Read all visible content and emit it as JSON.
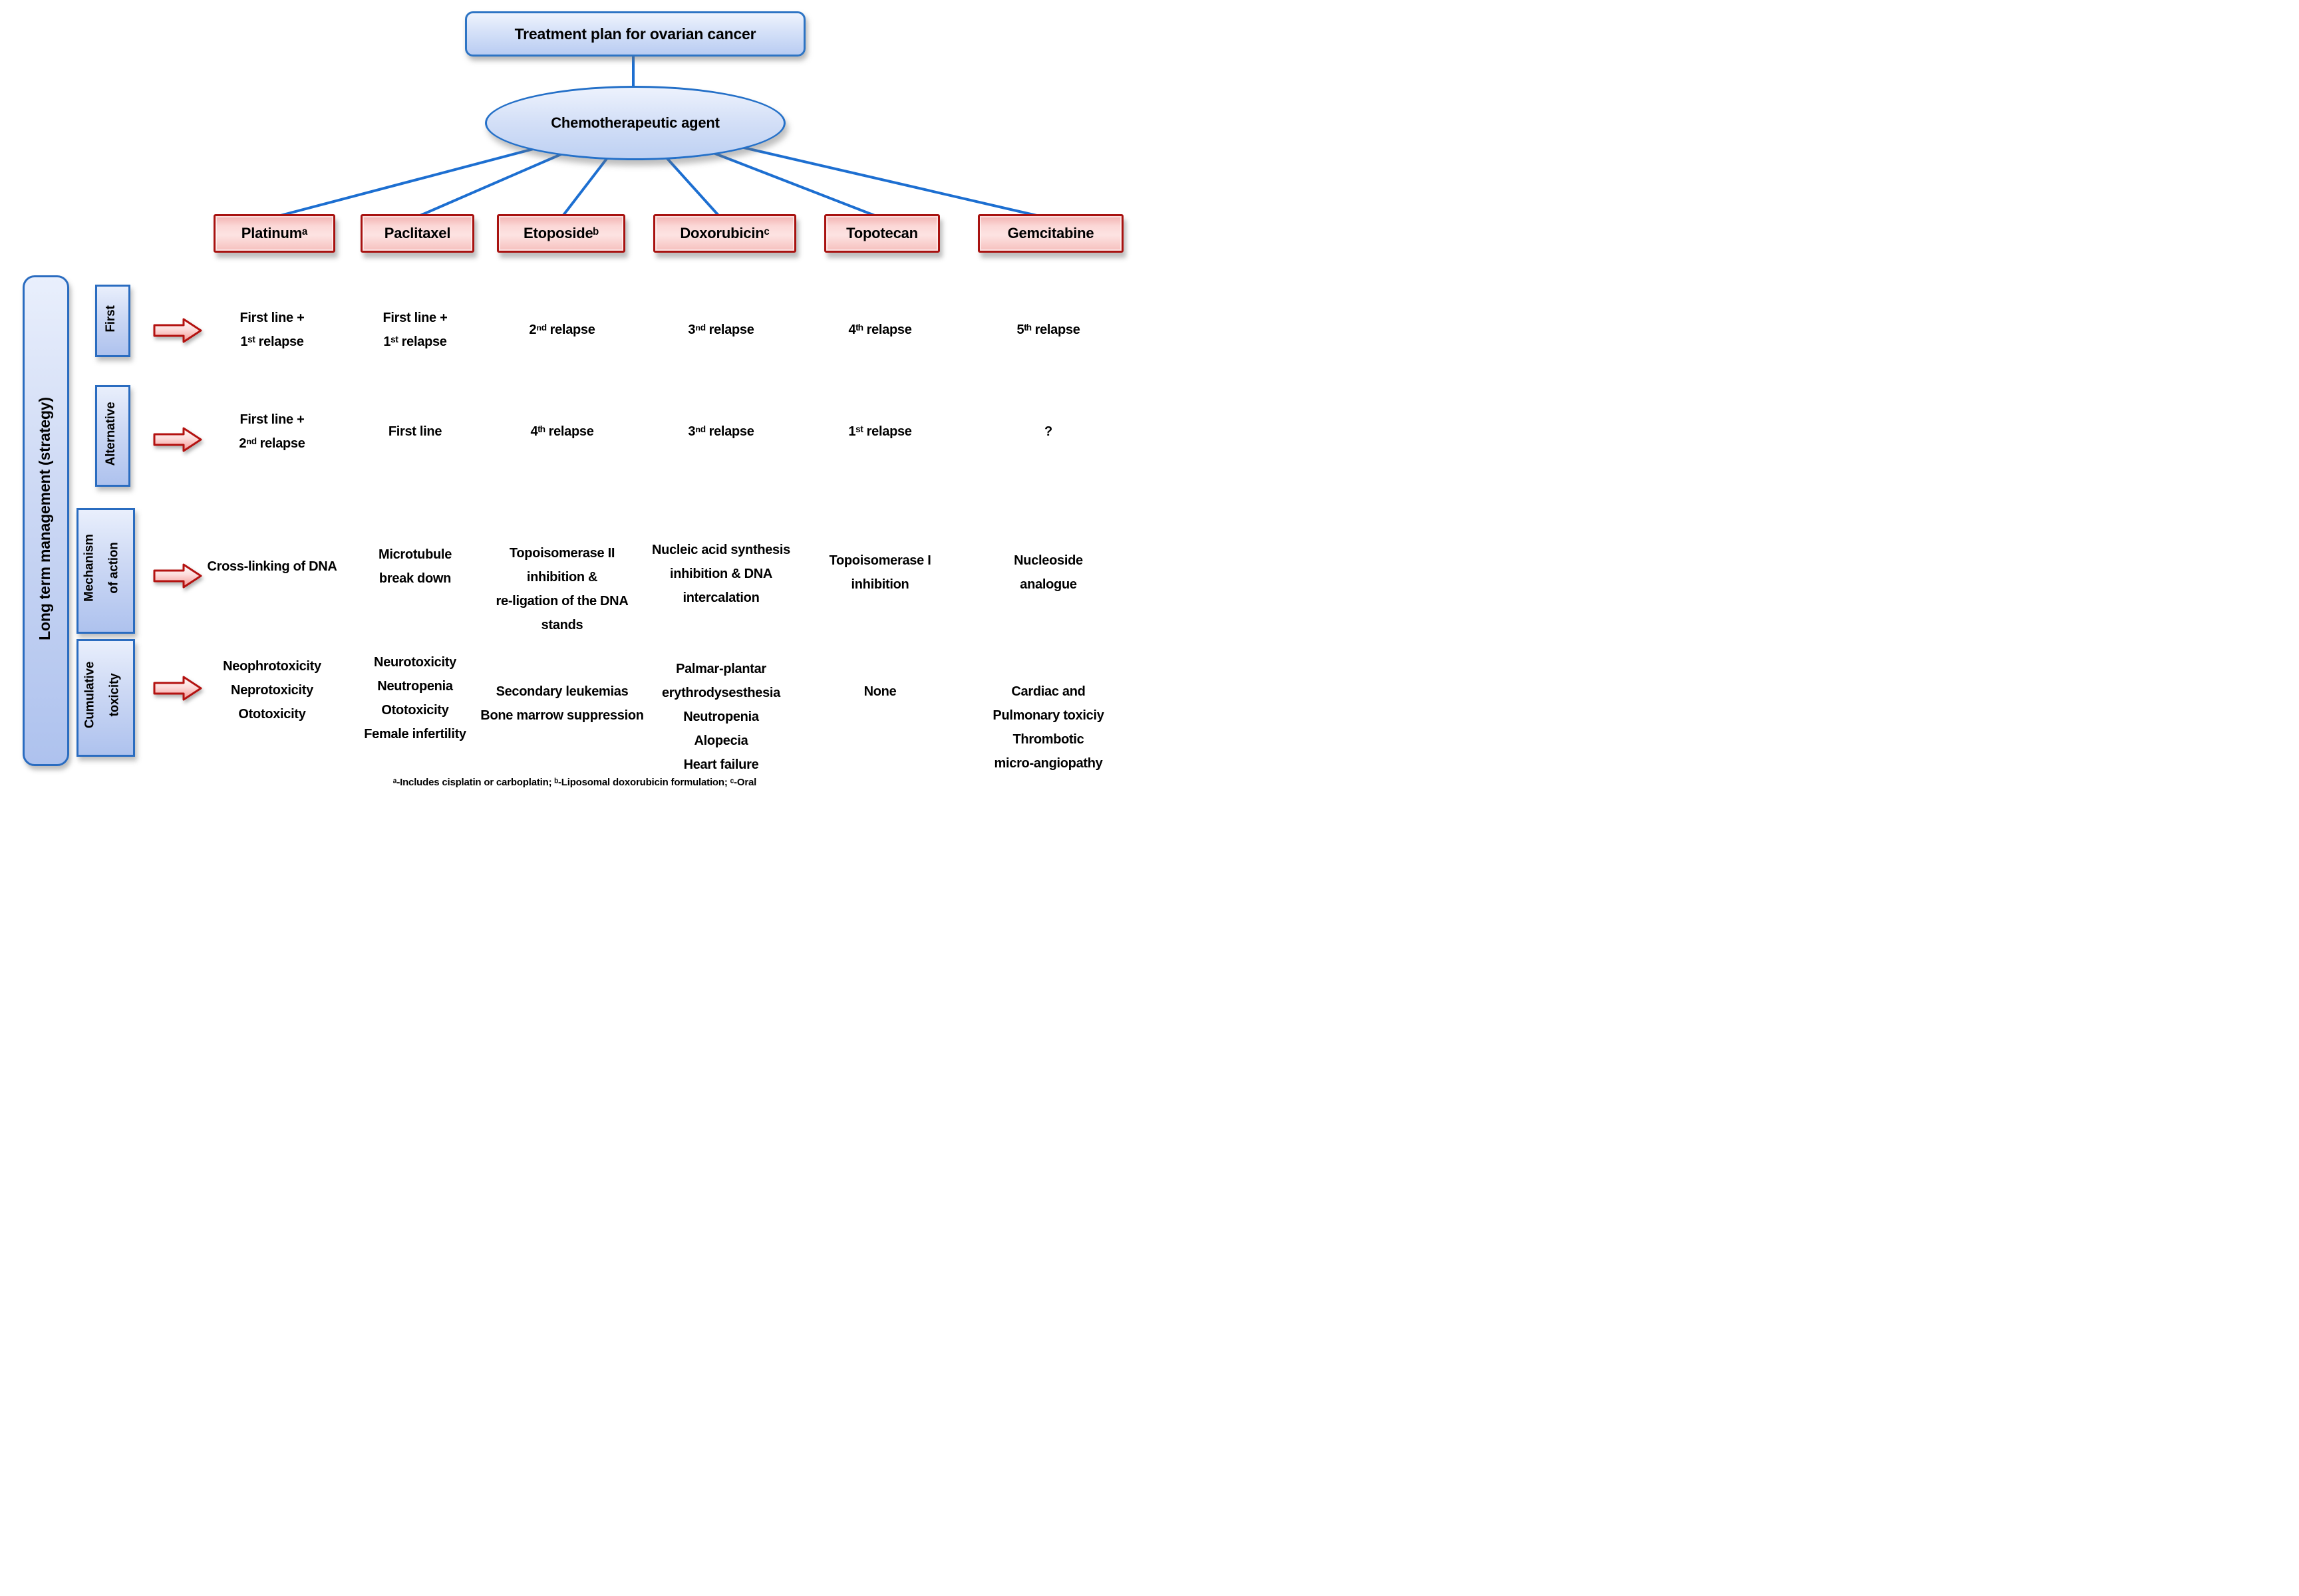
{
  "title": "Treatment plan for ovarian cancer",
  "root": {
    "label": "Chemotherapeutic agent"
  },
  "sidebar": {
    "label": "Long term management (strategy)"
  },
  "row_labels": {
    "first": "First",
    "alternative": "Alternative",
    "mechanism": "Mechanism\nof action",
    "toxicity": "Cumulative\ntoxicity"
  },
  "agents": [
    "Platinumᵃ",
    "Paclitaxel",
    "Etoposideᵇ",
    "Doxorubicinᶜ",
    "Topotecan",
    "Gemcitabine"
  ],
  "rows": {
    "first": [
      "First line +\n1ˢᵗ relapse",
      "First line +\n1ˢᵗ relapse",
      "2ⁿᵈ relapse",
      "3ⁿᵈ relapse",
      "4ᵗʰ relapse",
      "5ᵗʰ relapse"
    ],
    "alternative": [
      "First line +\n2ⁿᵈ relapse",
      "First line",
      "4ᵗʰ relapse",
      "3ⁿᵈ relapse",
      "1ˢᵗ relapse",
      "?"
    ],
    "mechanism": [
      "Cross-linking of DNA",
      "Microtubule\nbreak down",
      "Topoisomerase II\ninhibition &\nre-ligation of the DNA\nstands",
      "Nucleic acid synthesis\ninhibition & DNA\nintercalation",
      "Topoisomerase I\ninhibition",
      "Nucleoside\nanalogue"
    ],
    "toxicity": [
      "Neophrotoxicity\nNeprotoxicity\nOtotoxicity",
      "Neurotoxicity\nNeutropenia\nOtotoxicity\nFemale infertility",
      "Secondary leukemias\nBone marrow suppression",
      "Palmar-plantar\nerythrodysesthesia\nNeutropenia\nAlopecia\nHeart failure",
      "None",
      "Cardiac and\nPulmonary toxiciy\nThrombotic\nmicro-angiopathy"
    ]
  },
  "footnote": "ᵃ-Includes cisplatin or carboplatin; ᵇ-Liposomal doxorubicin formulation; ᶜ-Oral",
  "colors": {
    "blue_box_border": "#2d74c4",
    "blue_connector_line": "#1d6fd1",
    "blue_fill_light": "#eef3fd",
    "blue_fill_dark": "#b9ccf2",
    "red_box_border": "#a81210",
    "red_fill_light": "#fde3e2",
    "red_fill_dark": "#f2b2b1",
    "text": "#000000"
  }
}
